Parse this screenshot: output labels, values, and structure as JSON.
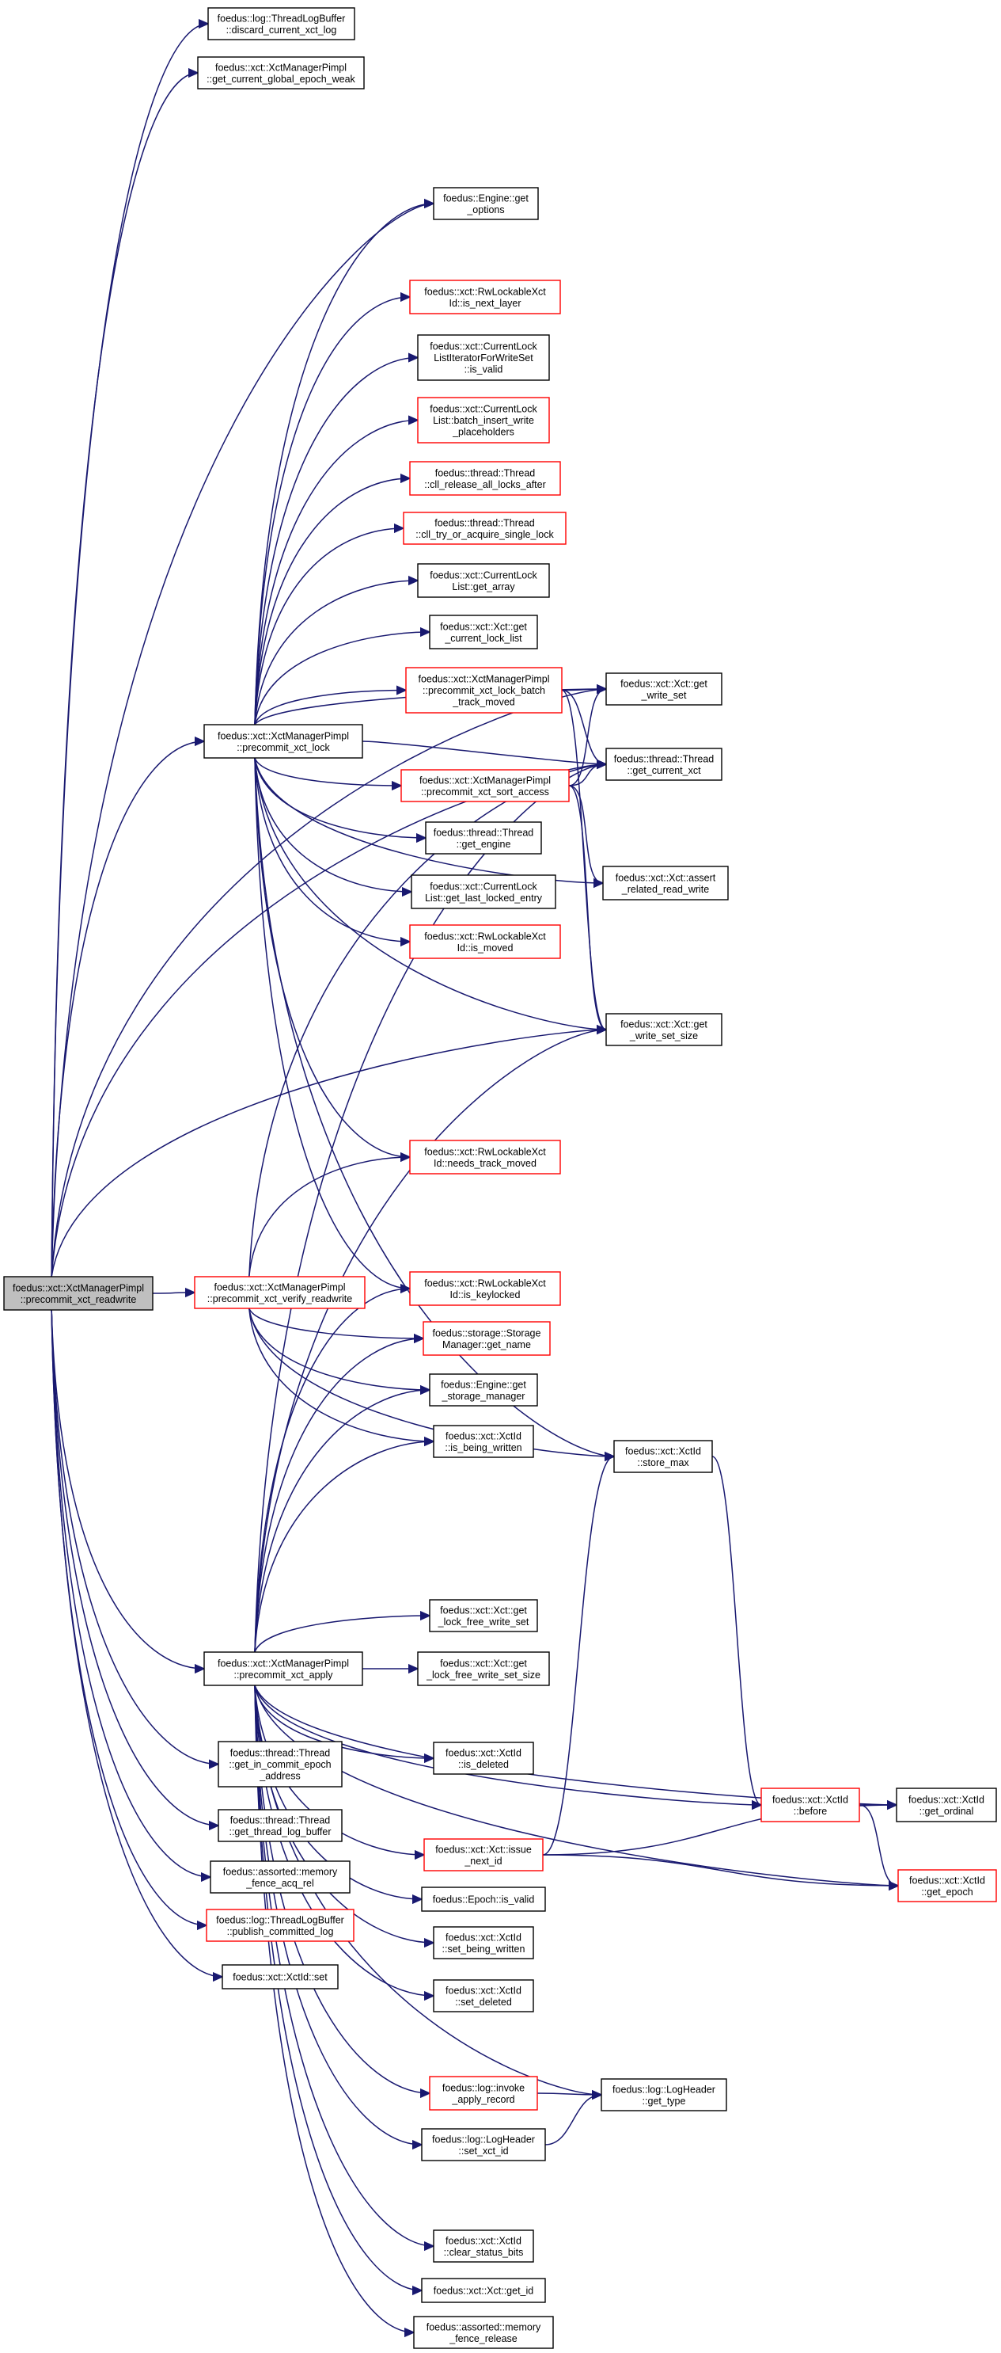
{
  "diagram": {
    "type": "call-graph",
    "root": "root",
    "nodes": [
      {
        "id": "root",
        "lines": [
          "foedus::xct::XctManagerPimpl",
          "::precommit_xct_readwrite"
        ],
        "style": "root"
      },
      {
        "id": "discard",
        "lines": [
          "foedus::log::ThreadLogBuffer",
          "::discard_current_xct_log"
        ],
        "style": "black"
      },
      {
        "id": "gcgew",
        "lines": [
          "foedus::xct::XctManagerPimpl",
          "::get_current_global_epoch_weak"
        ],
        "style": "black"
      },
      {
        "id": "engopt",
        "lines": [
          "foedus::Engine::get",
          "_options"
        ],
        "style": "black"
      },
      {
        "id": "isnextlayer",
        "lines": [
          "foedus::xct::RwLockableXct",
          "Id::is_next_layer"
        ],
        "style": "red"
      },
      {
        "id": "clliter",
        "lines": [
          "foedus::xct::CurrentLock",
          "ListIteratorForWriteSet",
          "::is_valid"
        ],
        "style": "black"
      },
      {
        "id": "batchinsert",
        "lines": [
          "foedus::xct::CurrentLock",
          "List::batch_insert_write",
          "_placeholders"
        ],
        "style": "red"
      },
      {
        "id": "cllrelease",
        "lines": [
          "foedus::thread::Thread",
          "::cll_release_all_locks_after"
        ],
        "style": "red"
      },
      {
        "id": "clltry",
        "lines": [
          "foedus::thread::Thread",
          "::cll_try_or_acquire_single_lock"
        ],
        "style": "red"
      },
      {
        "id": "getarray",
        "lines": [
          "foedus::xct::CurrentLock",
          "List::get_array"
        ],
        "style": "black"
      },
      {
        "id": "getcll",
        "lines": [
          "foedus::xct::Xct::get",
          "_current_lock_list"
        ],
        "style": "black"
      },
      {
        "id": "lockbatch",
        "lines": [
          "foedus::xct::XctManagerPimpl",
          "::precommit_xct_lock_batch",
          "_track_moved"
        ],
        "style": "red"
      },
      {
        "id": "getwriteset",
        "lines": [
          "foedus::xct::Xct::get",
          "_write_set"
        ],
        "style": "black"
      },
      {
        "id": "lock",
        "lines": [
          "foedus::xct::XctManagerPimpl",
          "::precommit_xct_lock"
        ],
        "style": "black"
      },
      {
        "id": "getcurxct",
        "lines": [
          "foedus::thread::Thread",
          "::get_current_xct"
        ],
        "style": "black"
      },
      {
        "id": "sortaccess",
        "lines": [
          "foedus::xct::XctManagerPimpl",
          "::precommit_xct_sort_access"
        ],
        "style": "red"
      },
      {
        "id": "getengine",
        "lines": [
          "foedus::thread::Thread",
          "::get_engine"
        ],
        "style": "black"
      },
      {
        "id": "assertrel",
        "lines": [
          "foedus::xct::Xct::assert",
          "_related_read_write"
        ],
        "style": "black"
      },
      {
        "id": "getlastlocked",
        "lines": [
          "foedus::xct::CurrentLock",
          "List::get_last_locked_entry"
        ],
        "style": "black"
      },
      {
        "id": "ismoved",
        "lines": [
          "foedus::xct::RwLockableXct",
          "Id::is_moved"
        ],
        "style": "red"
      },
      {
        "id": "getwritesetsize",
        "lines": [
          "foedus::xct::Xct::get",
          "_write_set_size"
        ],
        "style": "black"
      },
      {
        "id": "needstrack",
        "lines": [
          "foedus::xct::RwLockableXct",
          "Id::needs_track_moved"
        ],
        "style": "red"
      },
      {
        "id": "verify",
        "lines": [
          "foedus::xct::XctManagerPimpl",
          "::precommit_xct_verify_readwrite"
        ],
        "style": "red"
      },
      {
        "id": "iskeylocked",
        "lines": [
          "foedus::xct::RwLockableXct",
          "Id::is_keylocked"
        ],
        "style": "red"
      },
      {
        "id": "smgetname",
        "lines": [
          "foedus::storage::Storage",
          "Manager::get_name"
        ],
        "style": "red"
      },
      {
        "id": "getsm",
        "lines": [
          "foedus::Engine::get",
          "_storage_manager"
        ],
        "style": "black"
      },
      {
        "id": "isbeing",
        "lines": [
          "foedus::xct::XctId",
          "::is_being_written"
        ],
        "style": "black"
      },
      {
        "id": "storemax",
        "lines": [
          "foedus::xct::XctId",
          "::store_max"
        ],
        "style": "black"
      },
      {
        "id": "getlfws",
        "lines": [
          "foedus::xct::Xct::get",
          "_lock_free_write_set"
        ],
        "style": "black"
      },
      {
        "id": "apply",
        "lines": [
          "foedus::xct::XctManagerPimpl",
          "::precommit_xct_apply"
        ],
        "style": "black"
      },
      {
        "id": "getlfwss",
        "lines": [
          "foedus::xct::Xct::get",
          "_lock_free_write_set_size"
        ],
        "style": "black"
      },
      {
        "id": "getincommit",
        "lines": [
          "foedus::thread::Thread",
          "::get_in_commit_epoch",
          "_address"
        ],
        "style": "black"
      },
      {
        "id": "isdeleted",
        "lines": [
          "foedus::xct::XctId",
          "::is_deleted"
        ],
        "style": "black"
      },
      {
        "id": "before",
        "lines": [
          "foedus::xct::XctId",
          "::before"
        ],
        "style": "red"
      },
      {
        "id": "getordinal",
        "lines": [
          "foedus::xct::XctId",
          "::get_ordinal"
        ],
        "style": "black"
      },
      {
        "id": "getlogbuf",
        "lines": [
          "foedus::thread::Thread",
          "::get_thread_log_buffer"
        ],
        "style": "black"
      },
      {
        "id": "issuenext",
        "lines": [
          "foedus::xct::Xct::issue",
          "_next_id"
        ],
        "style": "red"
      },
      {
        "id": "memfenceacq",
        "lines": [
          "foedus::assorted::memory",
          "_fence_acq_rel"
        ],
        "style": "black"
      },
      {
        "id": "getepoch",
        "lines": [
          "foedus::xct::XctId",
          "::get_epoch"
        ],
        "style": "red"
      },
      {
        "id": "publish",
        "lines": [
          "foedus::log::ThreadLogBuffer",
          "::publish_committed_log"
        ],
        "style": "red"
      },
      {
        "id": "epochisvalid",
        "lines": [
          "foedus::Epoch::is_valid"
        ],
        "style": "black"
      },
      {
        "id": "xctidset",
        "lines": [
          "foedus::xct::XctId::set"
        ],
        "style": "black"
      },
      {
        "id": "setbeing",
        "lines": [
          "foedus::xct::XctId",
          "::set_being_written"
        ],
        "style": "black"
      },
      {
        "id": "setdeleted",
        "lines": [
          "foedus::xct::XctId",
          "::set_deleted"
        ],
        "style": "black"
      },
      {
        "id": "invokeapply",
        "lines": [
          "foedus::log::invoke",
          "_apply_record"
        ],
        "style": "red"
      },
      {
        "id": "gettype",
        "lines": [
          "foedus::log::LogHeader",
          "::get_type"
        ],
        "style": "black"
      },
      {
        "id": "setxctid",
        "lines": [
          "foedus::log::LogHeader",
          "::set_xct_id"
        ],
        "style": "black"
      },
      {
        "id": "clearstatus",
        "lines": [
          "foedus::xct::XctId",
          "::clear_status_bits"
        ],
        "style": "black"
      },
      {
        "id": "getid",
        "lines": [
          "foedus::xct::Xct::get_id"
        ],
        "style": "black"
      },
      {
        "id": "memfencerel",
        "lines": [
          "foedus::assorted::memory",
          "_fence_release"
        ],
        "style": "black"
      }
    ],
    "edges": [
      [
        "root",
        "discard"
      ],
      [
        "root",
        "gcgew"
      ],
      [
        "root",
        "engopt"
      ],
      [
        "root",
        "getwriteset"
      ],
      [
        "root",
        "getcurxct"
      ],
      [
        "root",
        "lock"
      ],
      [
        "root",
        "getwritesetsize"
      ],
      [
        "root",
        "verify"
      ],
      [
        "root",
        "apply"
      ],
      [
        "root",
        "getincommit"
      ],
      [
        "root",
        "getlogbuf"
      ],
      [
        "root",
        "memfenceacq"
      ],
      [
        "root",
        "publish"
      ],
      [
        "root",
        "xctidset"
      ],
      [
        "lock",
        "engopt"
      ],
      [
        "lock",
        "isnextlayer"
      ],
      [
        "lock",
        "clliter"
      ],
      [
        "lock",
        "batchinsert"
      ],
      [
        "lock",
        "cllrelease"
      ],
      [
        "lock",
        "clltry"
      ],
      [
        "lock",
        "getarray"
      ],
      [
        "lock",
        "getcll"
      ],
      [
        "lock",
        "lockbatch"
      ],
      [
        "lock",
        "getwriteset"
      ],
      [
        "lock",
        "getcurxct"
      ],
      [
        "lock",
        "sortaccess"
      ],
      [
        "lock",
        "getengine"
      ],
      [
        "lock",
        "getlastlocked"
      ],
      [
        "lock",
        "ismoved"
      ],
      [
        "lock",
        "assertrel"
      ],
      [
        "lock",
        "getwritesetsize"
      ],
      [
        "lock",
        "needstrack"
      ],
      [
        "lock",
        "iskeylocked"
      ],
      [
        "lock",
        "storemax"
      ],
      [
        "lockbatch",
        "getwriteset"
      ],
      [
        "lockbatch",
        "getcurxct"
      ],
      [
        "lockbatch",
        "getwritesetsize"
      ],
      [
        "sortaccess",
        "getwriteset"
      ],
      [
        "sortaccess",
        "getcurxct"
      ],
      [
        "sortaccess",
        "assertrel"
      ],
      [
        "sortaccess",
        "getwritesetsize"
      ],
      [
        "verify",
        "needstrack"
      ],
      [
        "verify",
        "getcurxct"
      ],
      [
        "verify",
        "storemax"
      ],
      [
        "verify",
        "smgetname"
      ],
      [
        "verify",
        "getsm"
      ],
      [
        "verify",
        "isbeing"
      ],
      [
        "apply",
        "iskeylocked"
      ],
      [
        "apply",
        "smgetname"
      ],
      [
        "apply",
        "getsm"
      ],
      [
        "apply",
        "isbeing"
      ],
      [
        "apply",
        "getcurxct"
      ],
      [
        "apply",
        "getwritesetsize"
      ],
      [
        "apply",
        "getlfws"
      ],
      [
        "apply",
        "getlfwss"
      ],
      [
        "apply",
        "getordinal"
      ],
      [
        "apply",
        "isdeleted"
      ],
      [
        "apply",
        "before"
      ],
      [
        "apply",
        "issuenext"
      ],
      [
        "apply",
        "epochisvalid"
      ],
      [
        "apply",
        "setbeing"
      ],
      [
        "apply",
        "setdeleted"
      ],
      [
        "apply",
        "invokeapply"
      ],
      [
        "apply",
        "gettype"
      ],
      [
        "apply",
        "setxctid"
      ],
      [
        "apply",
        "getepoch"
      ],
      [
        "apply",
        "clearstatus"
      ],
      [
        "apply",
        "getid"
      ],
      [
        "apply",
        "memfencerel"
      ],
      [
        "storemax",
        "before"
      ],
      [
        "before",
        "getordinal"
      ],
      [
        "before",
        "getepoch"
      ],
      [
        "issuenext",
        "storemax"
      ],
      [
        "issuenext",
        "getordinal"
      ],
      [
        "issuenext",
        "getepoch"
      ],
      [
        "invokeapply",
        "gettype"
      ],
      [
        "setxctid",
        "gettype"
      ]
    ]
  }
}
